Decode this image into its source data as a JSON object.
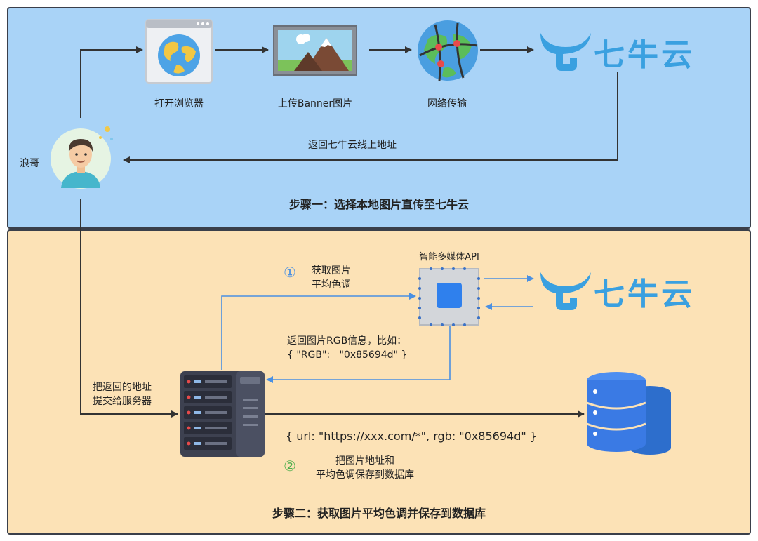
{
  "colors": {
    "top_panel_bg": "#a9d3f7",
    "bottom_panel_bg": "#fce2b6",
    "brand_blue": "#3aa0e0",
    "arrow_blue": "#4a90e2",
    "arrow_dark": "#333333"
  },
  "top": {
    "person_label": "浪哥",
    "step_browser": "打开浏览器",
    "step_upload": "上传Banner图片",
    "step_network": "网络传输",
    "brand_name": "七牛云",
    "return_label": "返回七牛云线上地址",
    "caption": "步骤一：选择本地图片直传至七牛云"
  },
  "bottom": {
    "api_title": "智能多媒体API",
    "brand_name": "七牛云",
    "step1_marker": "①",
    "step1_line1": "获取图片",
    "step1_line2": "平均色调",
    "rgb_line1": "返回图片RGB信息，比如：",
    "rgb_line2": "{ \"RGB\":   \"0x85694d\" }",
    "submit_line1": "把返回的地址",
    "submit_line2": "提交给服务器",
    "record": "{ url: \"https://xxx.com/*\", rgb: \"0x85694d\" }",
    "step2_marker": "②",
    "step2_line1": "把图片地址和",
    "step2_line2": "平均色调保存到数据库",
    "caption": "步骤二：获取图片平均色调并保存到数据库"
  }
}
